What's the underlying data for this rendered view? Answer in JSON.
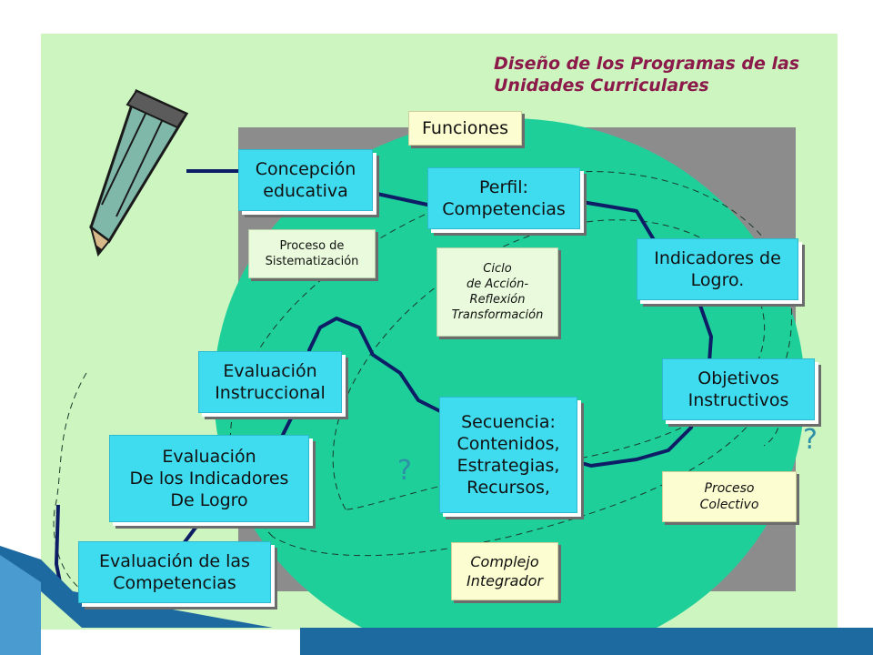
{
  "title": "Diseño de los Programas de las\nUnidades Curriculares",
  "funciones": "Funciones",
  "cyan_boxes": {
    "concepcion": "Concepción\neducativa",
    "perfil": "Perfil:\nCompetencias",
    "indicadores": "Indicadores de\nLogro.",
    "objetivos": "Objetivos\nInstructivos",
    "secuencia": "Secuencia:\nContenidos,\nEstrategias,\nRecursos,",
    "eval_instruccional": "Evaluación\nInstruccional",
    "eval_indicadores": "Evaluación\nDe los Indicadores\nDe Logro",
    "eval_competencias": "Evaluación de las\nCompetencias"
  },
  "notes": {
    "proceso_sistematizacion": "Proceso de\nSistematización",
    "ciclo": "Ciclo\nde Acción-\nReflexión\nTransformación",
    "proceso_colectivo": "Proceso\nColectivo",
    "complejo_integrador": "Complejo\nIntegrador"
  },
  "question_marks": [
    "?",
    "?"
  ],
  "colors": {
    "slide_bg": "#cdf5c0",
    "ellipse": "#1fcf9a",
    "cyan_box": "#3fdcf0",
    "title": "#8b1a4a",
    "path_line": "#0d1e66"
  }
}
